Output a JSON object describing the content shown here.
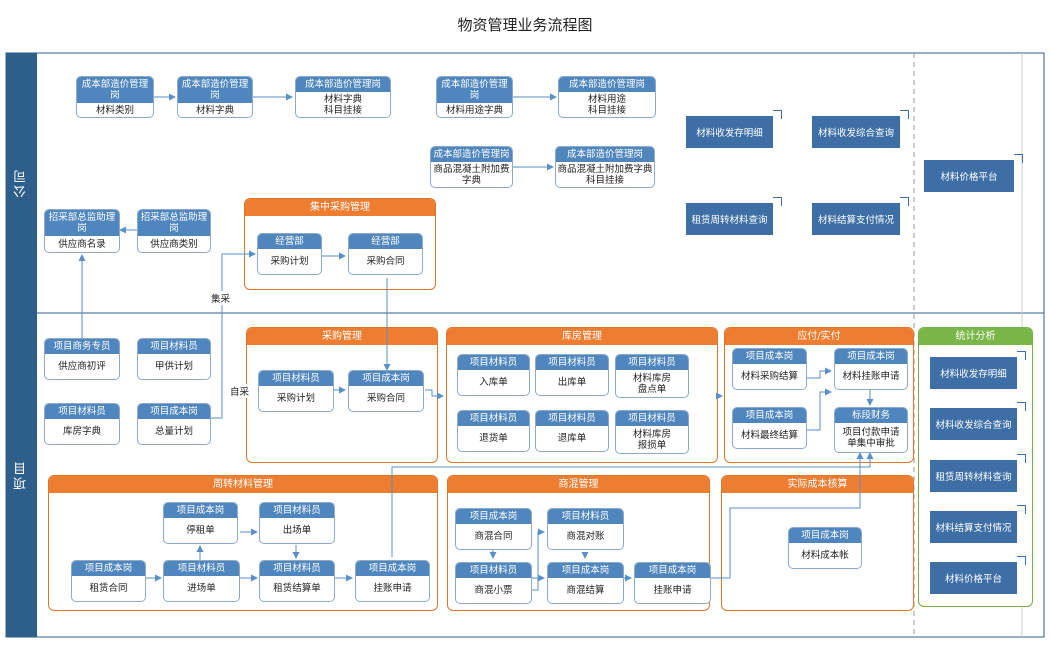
{
  "title": "物资管理业务流程图",
  "lanes": {
    "company": "公司",
    "project": "项目"
  },
  "groups": {
    "central_purchase": "集中采购管理",
    "purchase": "采购管理",
    "warehouse": "库房管理",
    "payables": "应付/实付",
    "stats": "统计分析",
    "turnover": "周转材料管理",
    "concrete": "商混管理",
    "actual_cost": "实际成本核算"
  },
  "nodes": {
    "c1": {
      "role": "成本部造价管理岗",
      "text": "材料类别"
    },
    "c2": {
      "role": "成本部造价管理岗",
      "text": "材料字典"
    },
    "c3": {
      "role": "成本部造价管理岗",
      "text": "材料字典\n科目挂接"
    },
    "c4": {
      "role": "成本部造价管理岗",
      "text": "材料用途字典"
    },
    "c5": {
      "role": "成本部造价管理岗",
      "text": "材料用途\n科目挂接"
    },
    "c6": {
      "role": "成本部造价管理岗",
      "text": "商品混凝土附加费字典"
    },
    "c7": {
      "role": "成本部造价管理岗",
      "text": "商品混凝土附加费字典科目挂接"
    },
    "z1": {
      "role": "招采部总监助理岗",
      "text": "供应商名录"
    },
    "z2": {
      "role": "招采部总监助理岗",
      "text": "供应商类别"
    },
    "j1": {
      "role": "经营部",
      "text": "采购计划"
    },
    "j2": {
      "role": "经营部",
      "text": "采购合同"
    },
    "p1": {
      "role": "项目商务专员",
      "text": "供应商初评"
    },
    "p2": {
      "role": "项目材料员",
      "text": "甲供计划"
    },
    "p3": {
      "role": "项目材料员",
      "text": "库房字典"
    },
    "p4": {
      "role": "项目成本岗",
      "text": "总量计划"
    },
    "pu1": {
      "role": "项目材料员",
      "text": "采购计划"
    },
    "pu2": {
      "role": "项目成本岗",
      "text": "采购合同"
    },
    "w1": {
      "role": "项目材料员",
      "text": "入库单"
    },
    "w2": {
      "role": "项目材料员",
      "text": "出库单"
    },
    "w3": {
      "role": "项目材料员",
      "text": "材料库房\n盘点单"
    },
    "w4": {
      "role": "项目材料员",
      "text": "退货单"
    },
    "w5": {
      "role": "项目材料员",
      "text": "退库单"
    },
    "w6": {
      "role": "项目材料员",
      "text": "材料库房\n报损单"
    },
    "a1": {
      "role": "项目成本岗",
      "text": "材料采购结算"
    },
    "a2": {
      "role": "项目成本岗",
      "text": "材料挂账申请"
    },
    "a3": {
      "role": "项目成本岗",
      "text": "材料最终结算"
    },
    "a4": {
      "role": "标段财务",
      "text": "项目付款申请\n单集中审批"
    },
    "t1": {
      "role": "项目成本岗",
      "text": "租赁合同"
    },
    "t2": {
      "role": "项目材料员",
      "text": "进场单"
    },
    "t3": {
      "role": "项目成本岗",
      "text": "停租单"
    },
    "t4": {
      "role": "项目材料员",
      "text": "出场单"
    },
    "t5": {
      "role": "项目材料员",
      "text": "租赁结算单"
    },
    "t6": {
      "role": "项目成本岗",
      "text": "挂账申请"
    },
    "m1": {
      "role": "项目成本岗",
      "text": "商混合同"
    },
    "m2": {
      "role": "项目材料员",
      "text": "商混对账"
    },
    "m3": {
      "role": "项目材料员",
      "text": "商混小票"
    },
    "m4": {
      "role": "项目成本岗",
      "text": "商混结算"
    },
    "m5": {
      "role": "项目成本岗",
      "text": "挂账申请"
    },
    "r1": {
      "role": "项目成本岗",
      "text": "材料成本帐"
    }
  },
  "company_tiles": {
    "tile1": "材料收发存明细",
    "tile2": "材料收发综合查询",
    "tile3": "材料价格平台",
    "tile4": "租赁周转材料查询",
    "tile5": "材料结算支付情况"
  },
  "stats_tiles": [
    "材料收发存明细",
    "材料收发综合查询",
    "租赁周转材料查询",
    "材料结算支付情况",
    "材料价格平台"
  ],
  "edge_labels": {
    "central": "集采",
    "self": "自采"
  },
  "colors": {
    "lane": "#2e5f8a",
    "node_head": "#4f86be",
    "group_head": "#ed7d31",
    "stats_head": "#7ab648",
    "tile": "#3d6fa6",
    "wire": "#5b8fc7"
  }
}
